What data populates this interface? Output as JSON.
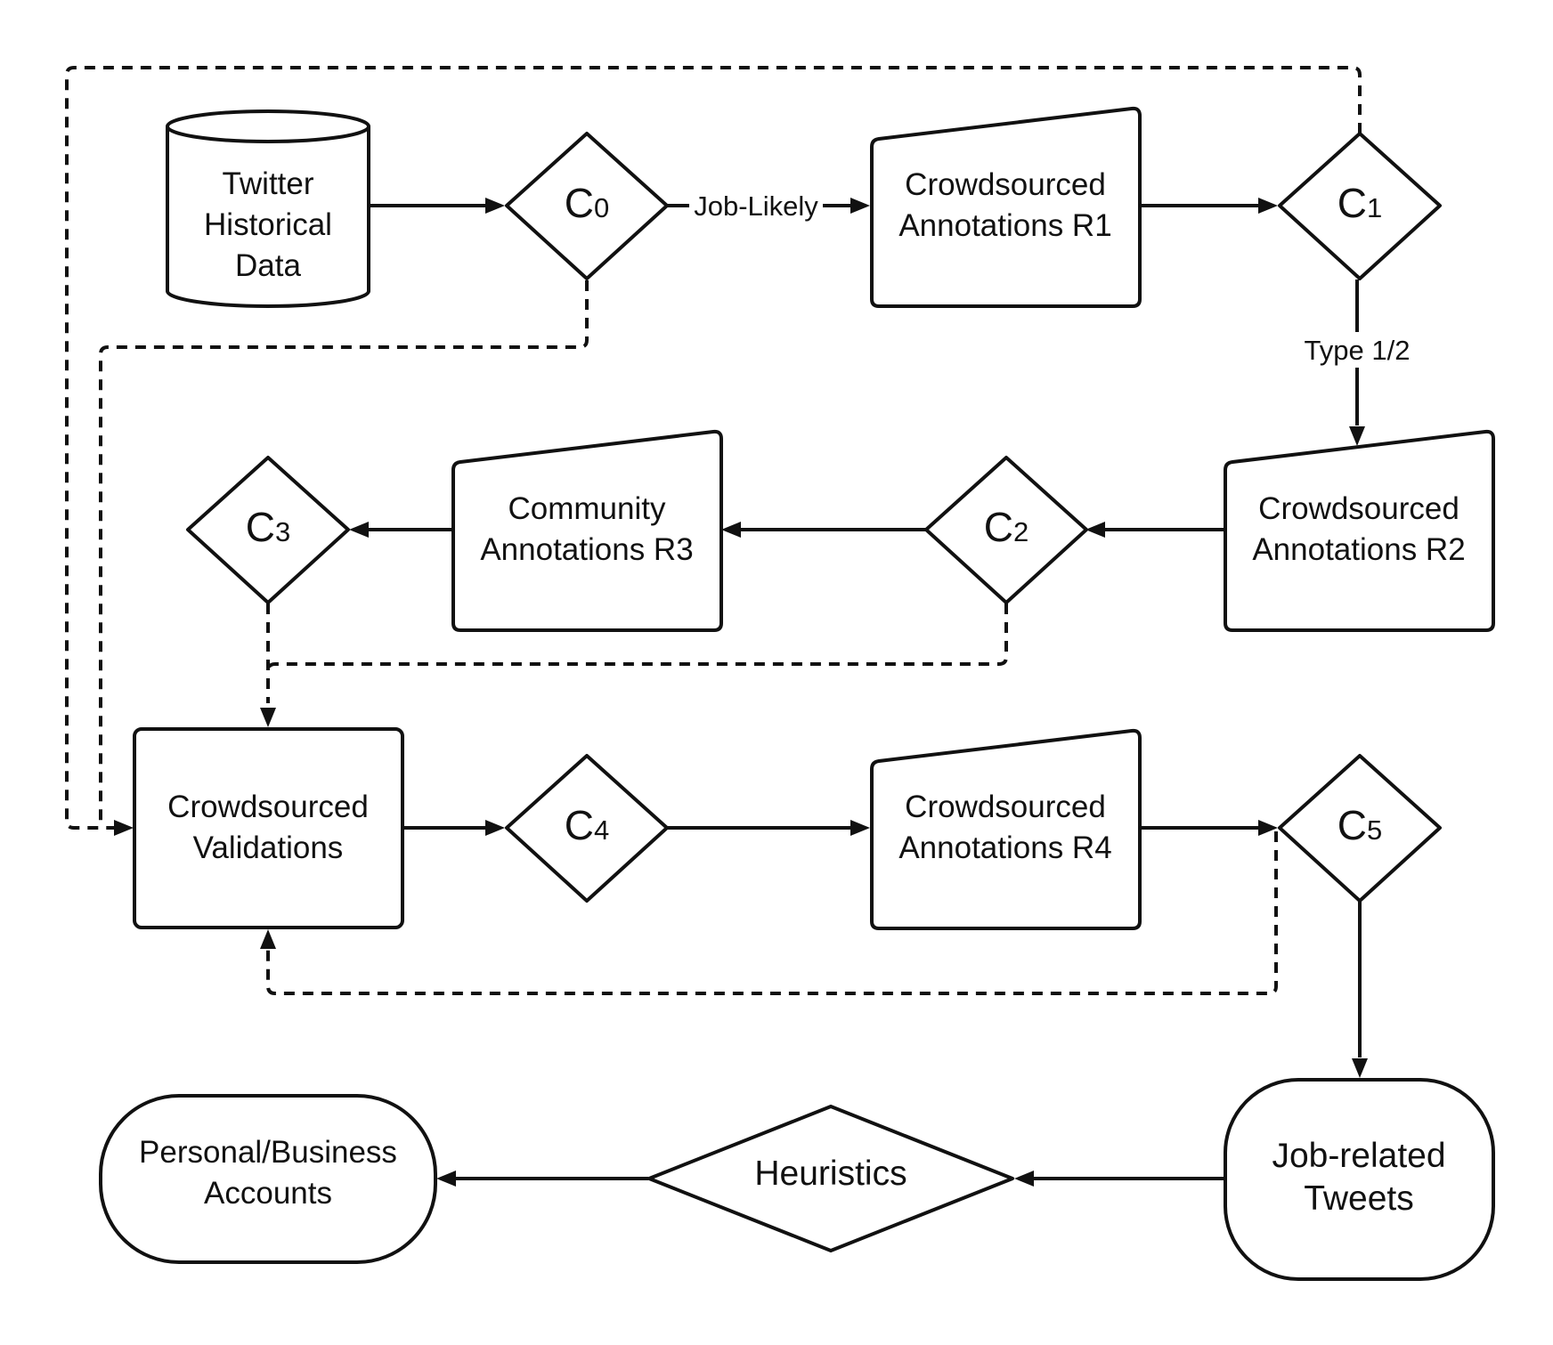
{
  "nodes": {
    "twitter_db": {
      "lines": [
        "Twitter",
        "Historical",
        "Data"
      ]
    },
    "c0": {
      "main": "C",
      "sub": "0"
    },
    "r1": {
      "lines": [
        "Crowdsourced",
        "Annotations R1"
      ]
    },
    "c1": {
      "main": "C",
      "sub": "1"
    },
    "r2": {
      "lines": [
        "Crowdsourced",
        "Annotations R2"
      ]
    },
    "c2": {
      "main": "C",
      "sub": "2"
    },
    "r3": {
      "lines": [
        "Community",
        "Annotations R3"
      ]
    },
    "c3": {
      "main": "C",
      "sub": "3"
    },
    "validations": {
      "lines": [
        "Crowdsourced",
        "Validations"
      ]
    },
    "c4": {
      "main": "C",
      "sub": "4"
    },
    "r4": {
      "lines": [
        "Crowdsourced",
        "Annotations R4"
      ]
    },
    "c5": {
      "main": "C",
      "sub": "5"
    },
    "job_tweets": {
      "lines": [
        "Job-related",
        "Tweets"
      ]
    },
    "heuristics": {
      "label": "Heuristics"
    },
    "accounts": {
      "lines": [
        "Personal/Business",
        "Accounts"
      ]
    }
  },
  "edge_labels": {
    "job_likely": "Job-Likely",
    "type_12": "Type 1/2"
  }
}
